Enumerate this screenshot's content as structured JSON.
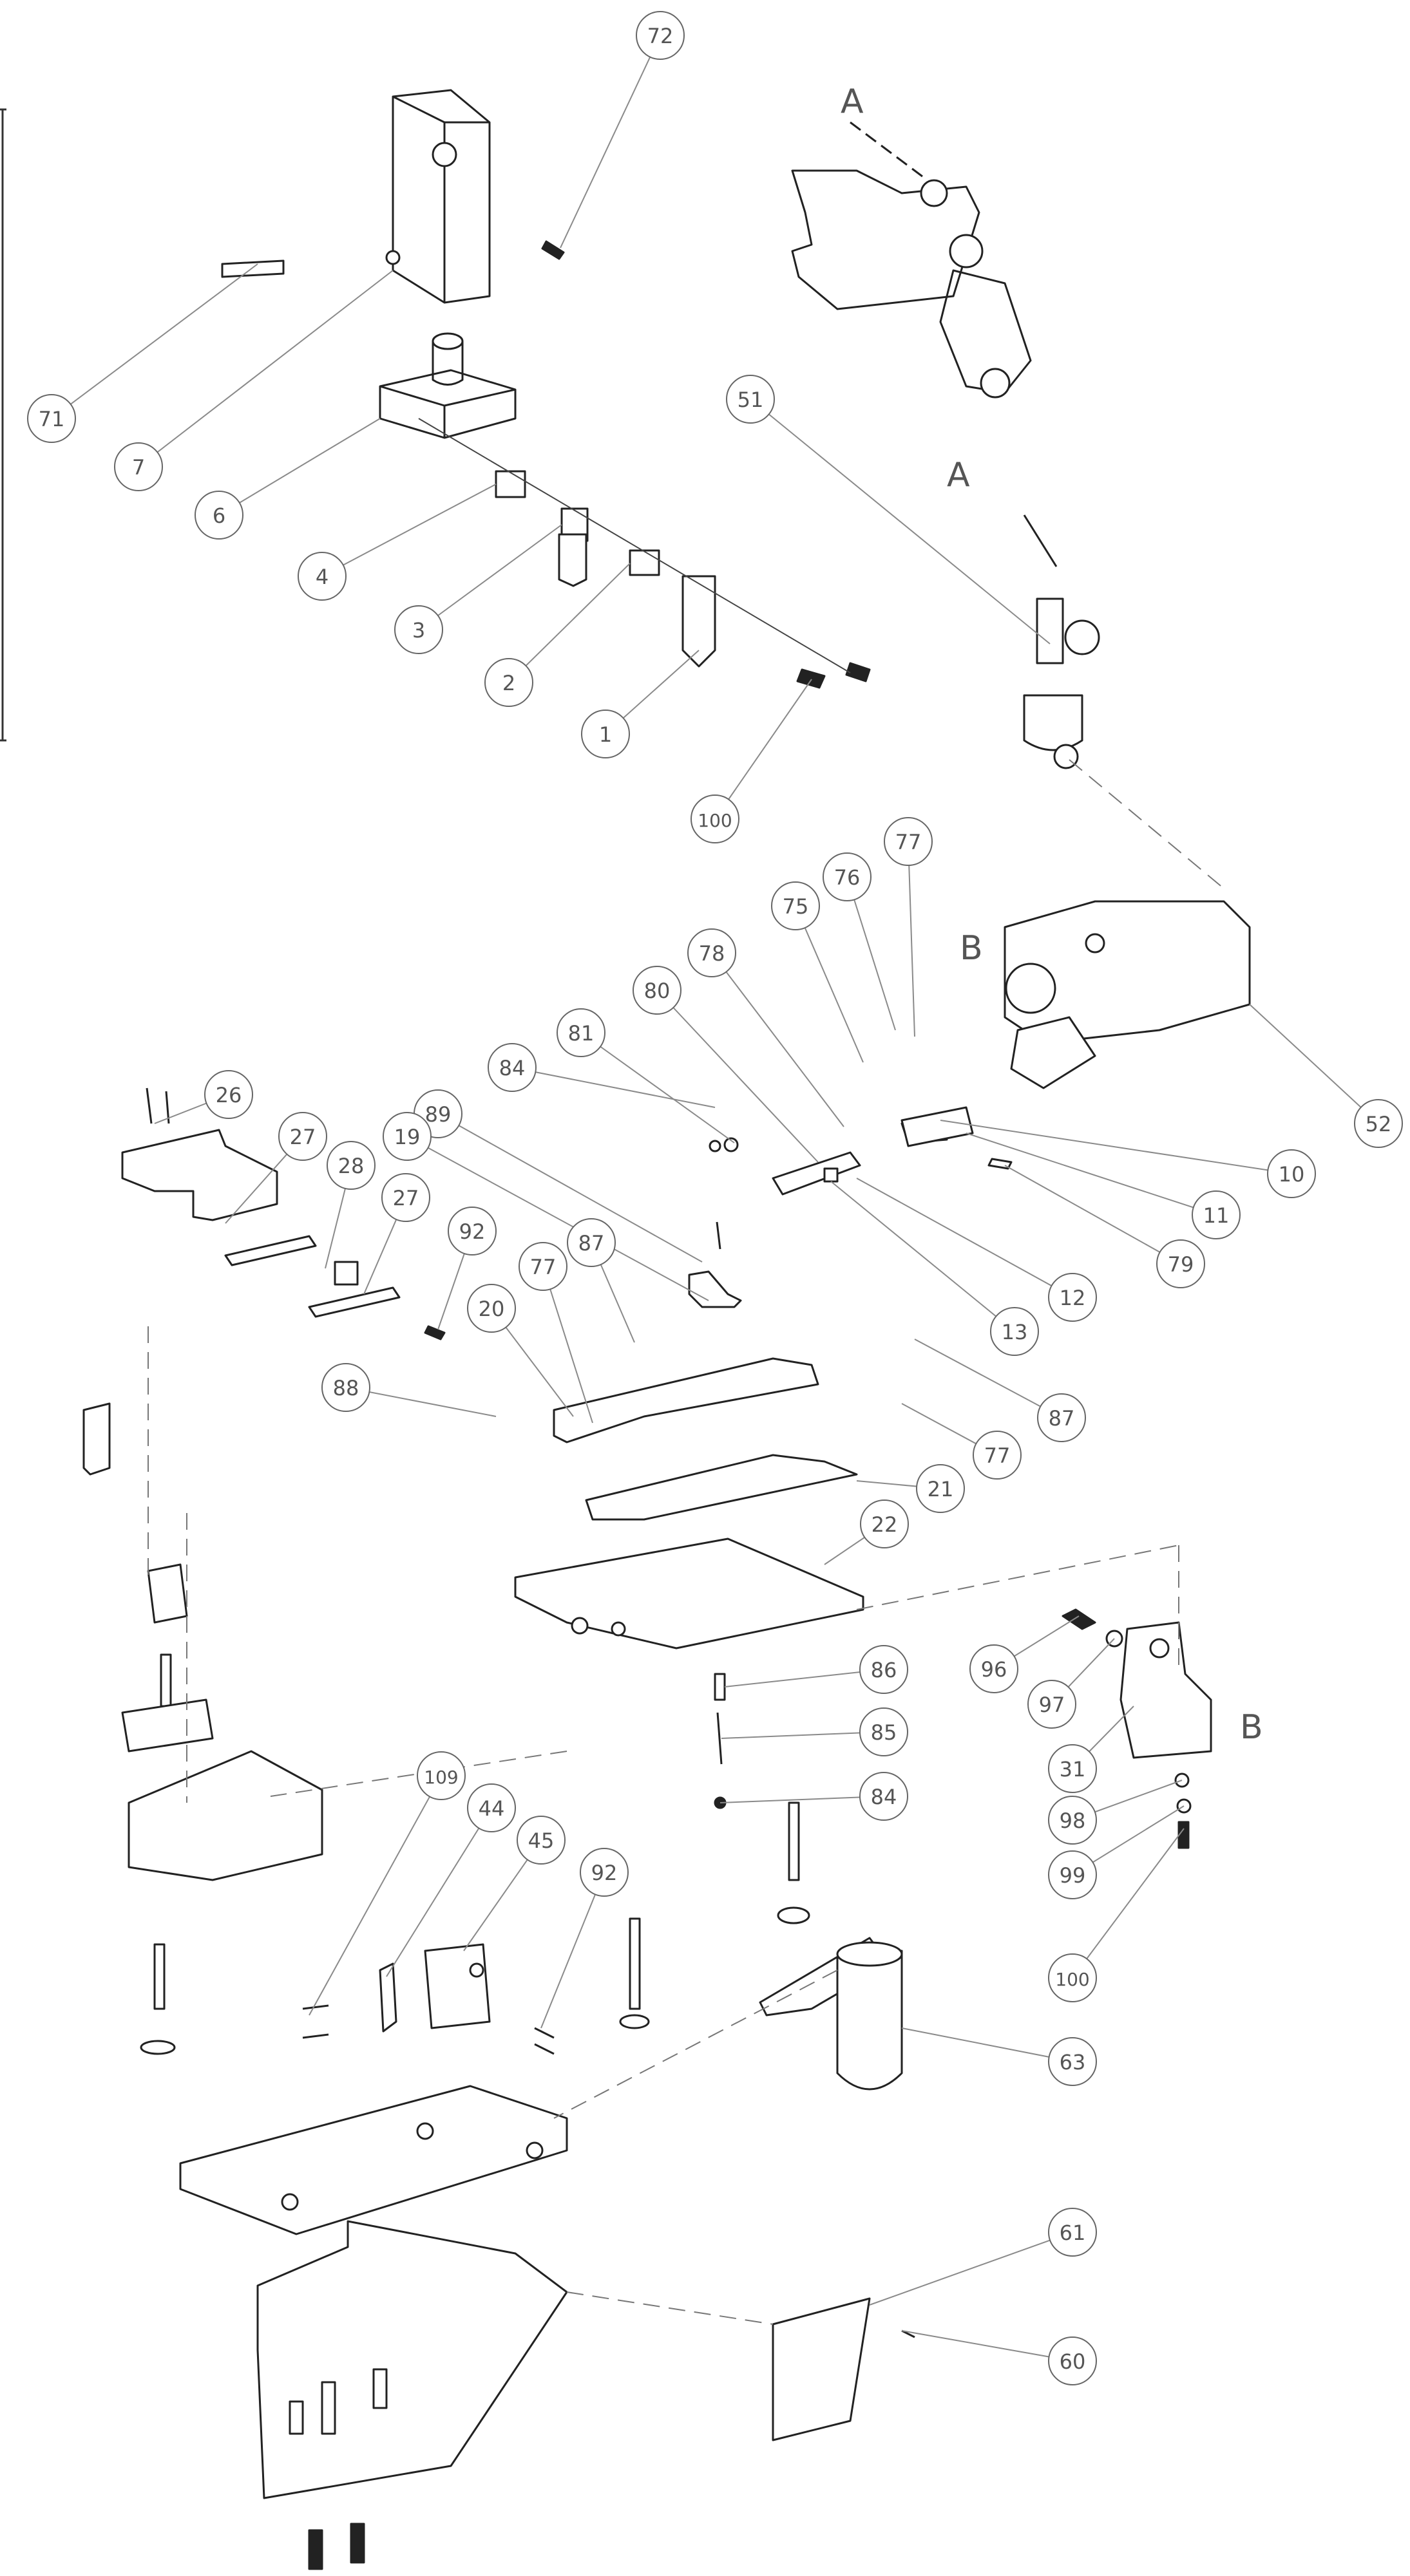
{
  "drawing": {
    "view_labels": [
      "A",
      "A",
      "B",
      "B"
    ],
    "callouts": [
      "72",
      "71",
      "7",
      "6",
      "4",
      "3",
      "2",
      "1",
      "100",
      "51",
      "77",
      "76",
      "75",
      "78",
      "80",
      "81",
      "84",
      "89",
      "19",
      "26",
      "27",
      "28",
      "27",
      "92",
      "87",
      "77",
      "20",
      "88",
      "52",
      "10",
      "11",
      "79",
      "12",
      "13",
      "87",
      "77",
      "21",
      "22",
      "86",
      "85",
      "84",
      "96",
      "97",
      "31",
      "98",
      "99",
      "100",
      "109",
      "44",
      "45",
      "92",
      "63",
      "61",
      "60"
    ],
    "colors": {
      "line": "#222222",
      "callout": "#666666",
      "paper": "#ffffff"
    }
  }
}
